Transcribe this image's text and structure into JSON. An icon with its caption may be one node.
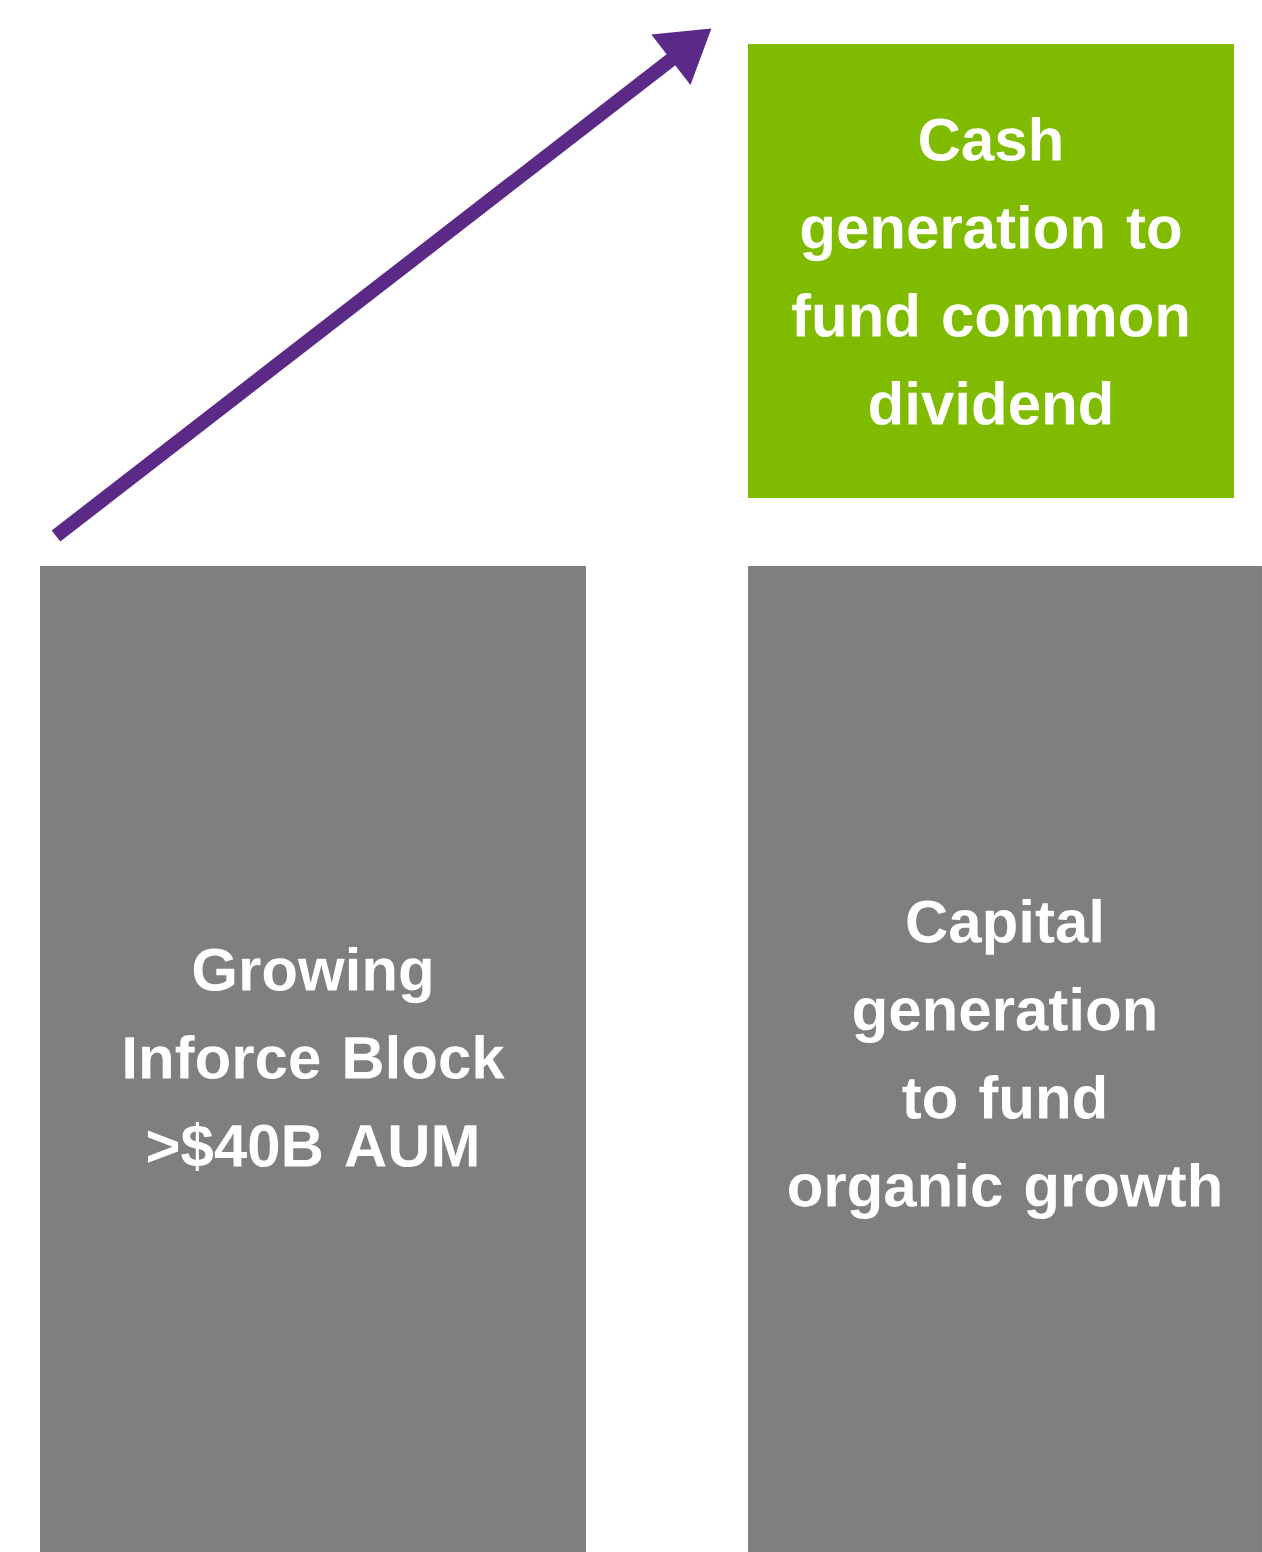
{
  "diagram": {
    "nodes": [
      {
        "text": [
          "Cash generation to fund common dividend"
        ]
      },
      {
        "text": [
          "Growing Inforce Block >$40B AUM"
        ]
      },
      {
        "text": [
          "Capital generation to fund organic growth"
        ]
      }
    ]
  }
}
